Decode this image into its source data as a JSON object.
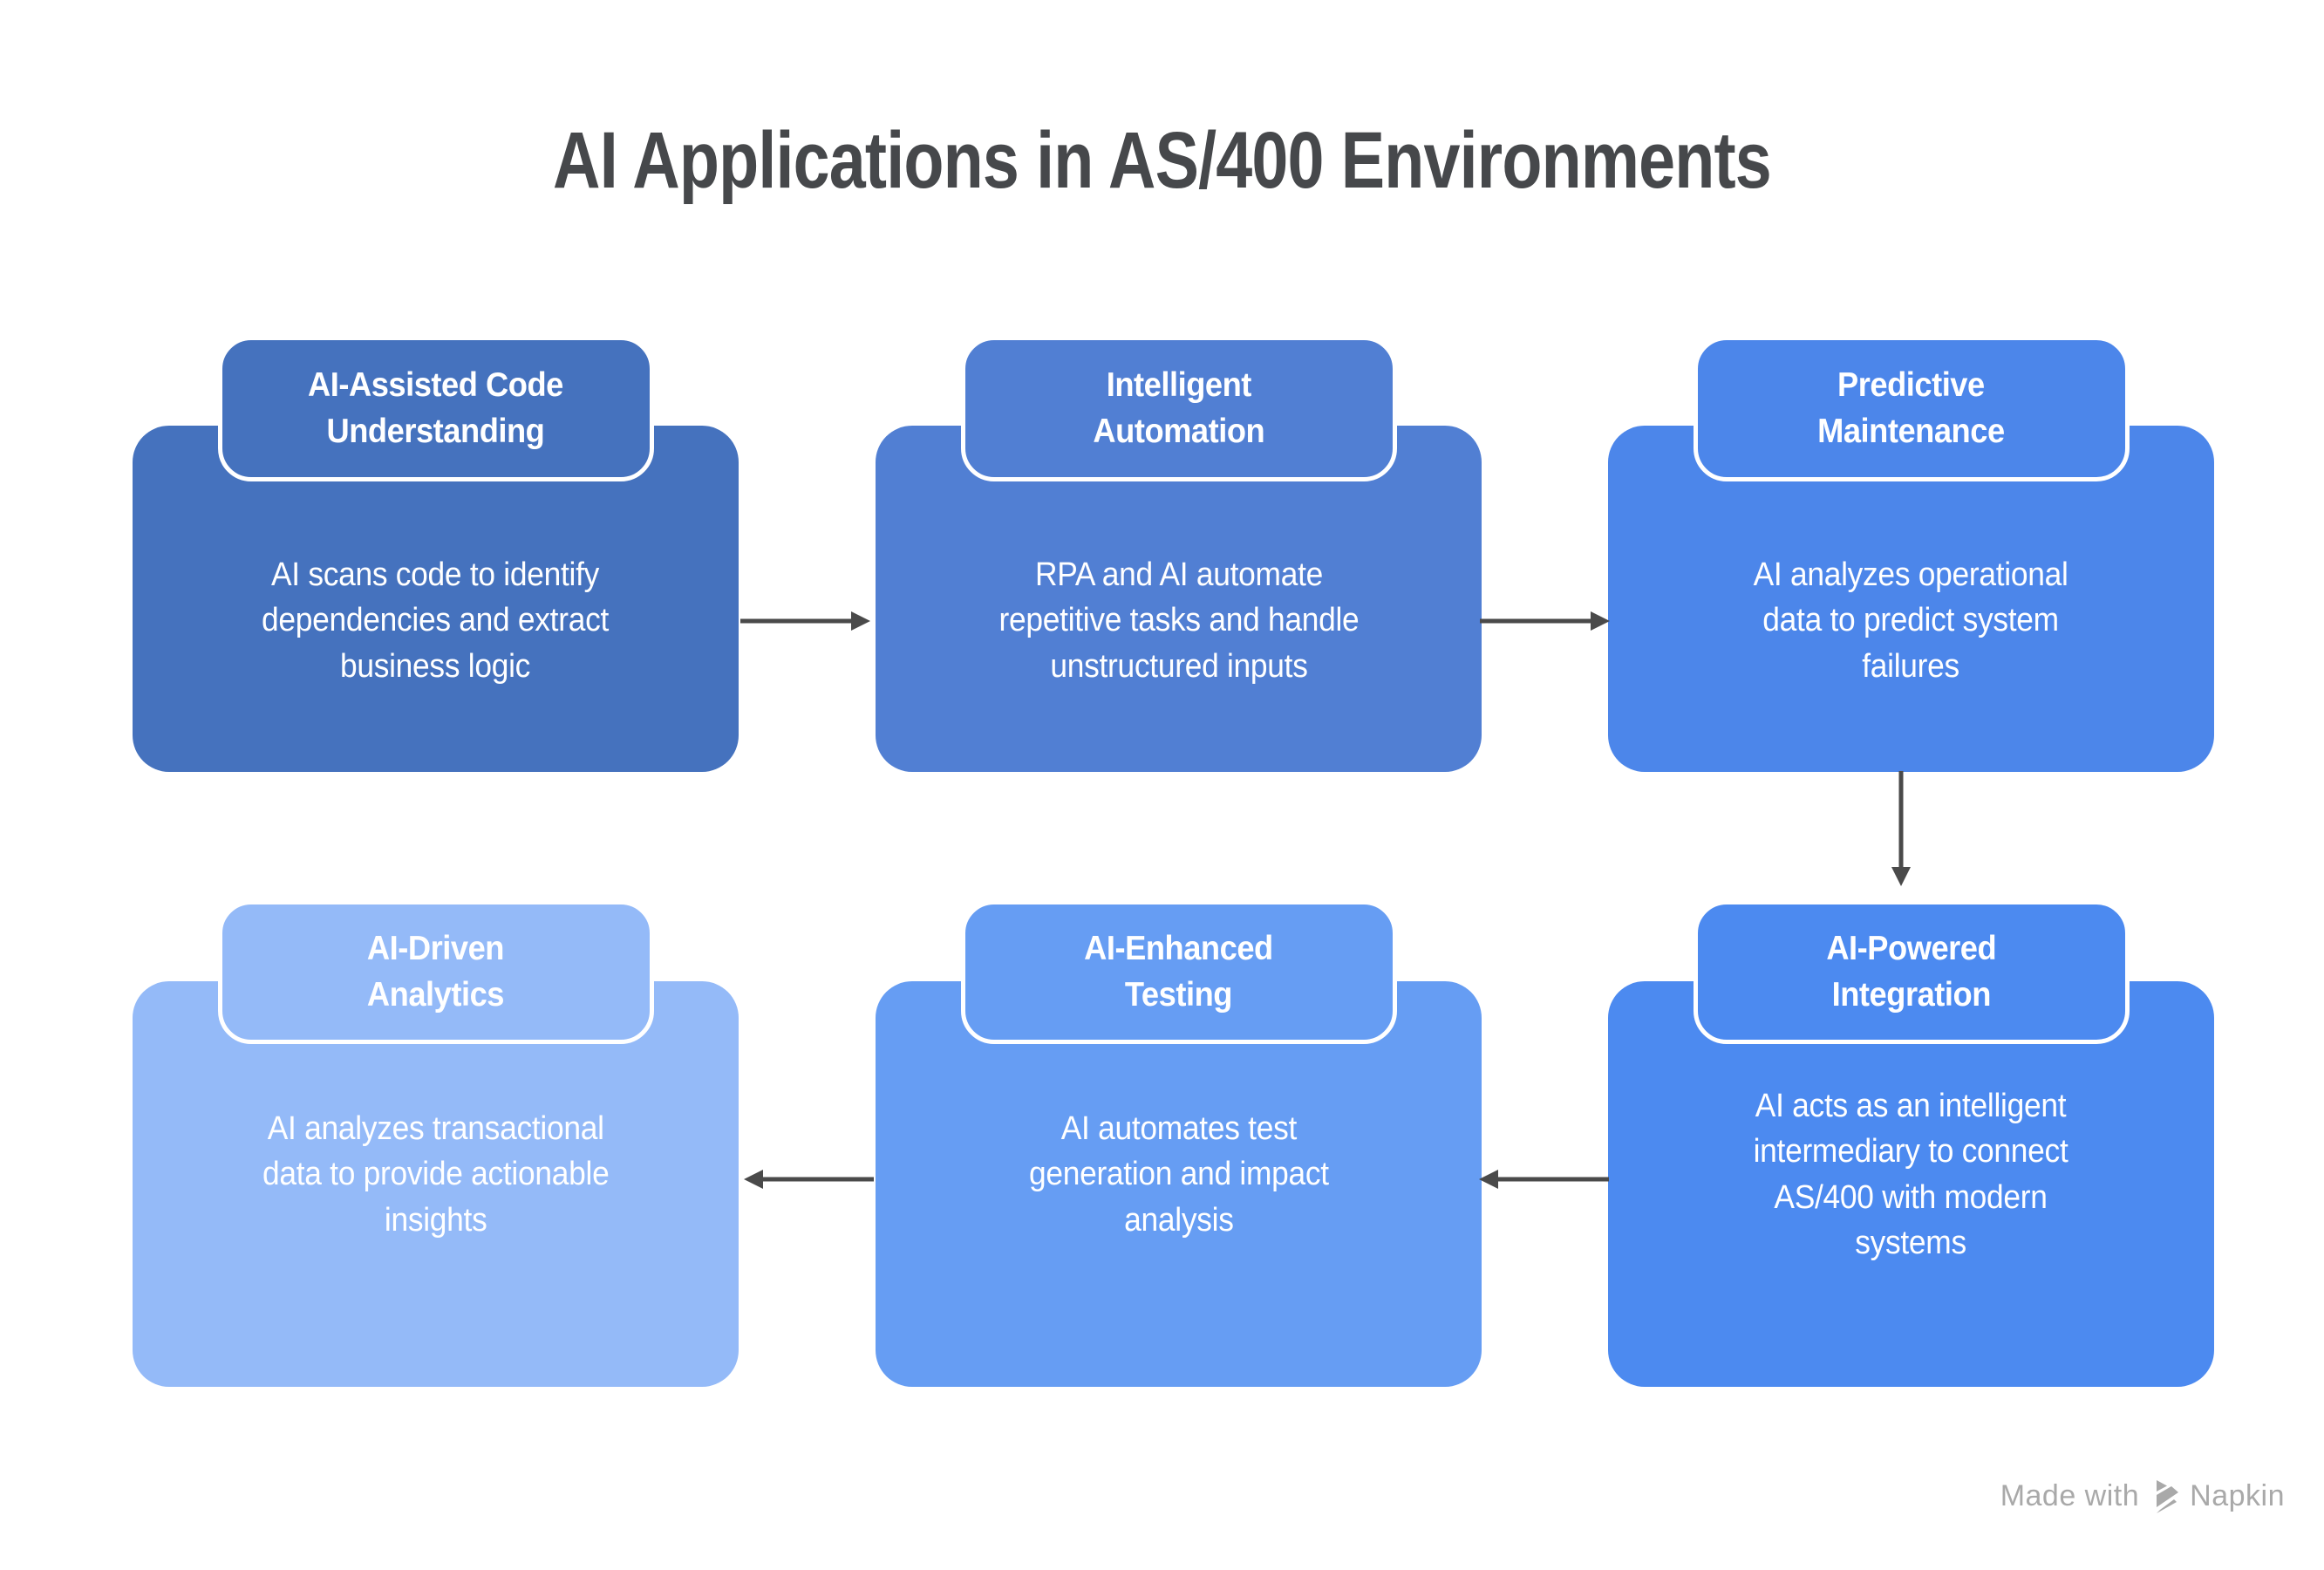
{
  "title": "AI Applications in AS/400 Environments",
  "cards": [
    {
      "title": "AI-Assisted Code\nUnderstanding",
      "body": "AI scans code to identify\ndependencies and extract\nbusiness logic",
      "color": "#4572BE"
    },
    {
      "title": "Intelligent\nAutomation",
      "body": "RPA and AI automate\nrepetitive tasks and handle\nunstructured inputs",
      "color": "#517FD3"
    },
    {
      "title": "Predictive\nMaintenance",
      "body": "AI analyzes operational\ndata to predict system\nfailures",
      "color": "#4C86EA"
    },
    {
      "title": "AI-Driven\nAnalytics",
      "body": "AI analyzes transactional\ndata to provide actionable\ninsights",
      "color": "#94BAF8"
    },
    {
      "title": "AI-Enhanced\nTesting",
      "body": "AI automates test\ngeneration and impact\nanalysis",
      "color": "#669DF3"
    },
    {
      "title": "AI-Powered\nIntegration",
      "body": "AI acts as an intelligent\nintermediary to connect\nAS/400 with modern\nsystems",
      "color": "#4C8AF0"
    }
  ],
  "flow": {
    "row1_direction": "left-to-right",
    "row2_direction": "right-to-left",
    "connector_turn": "predictive-maintenance to ai-powered-integration"
  },
  "watermark": {
    "prefix": "Made with",
    "brand": "Napkin"
  },
  "colors": {
    "title": "#46484B",
    "arrow": "#4A4A4A",
    "watermark": "#A9A9A9",
    "background": "#FFFFFF",
    "tab_border": "#FFFFFF"
  }
}
